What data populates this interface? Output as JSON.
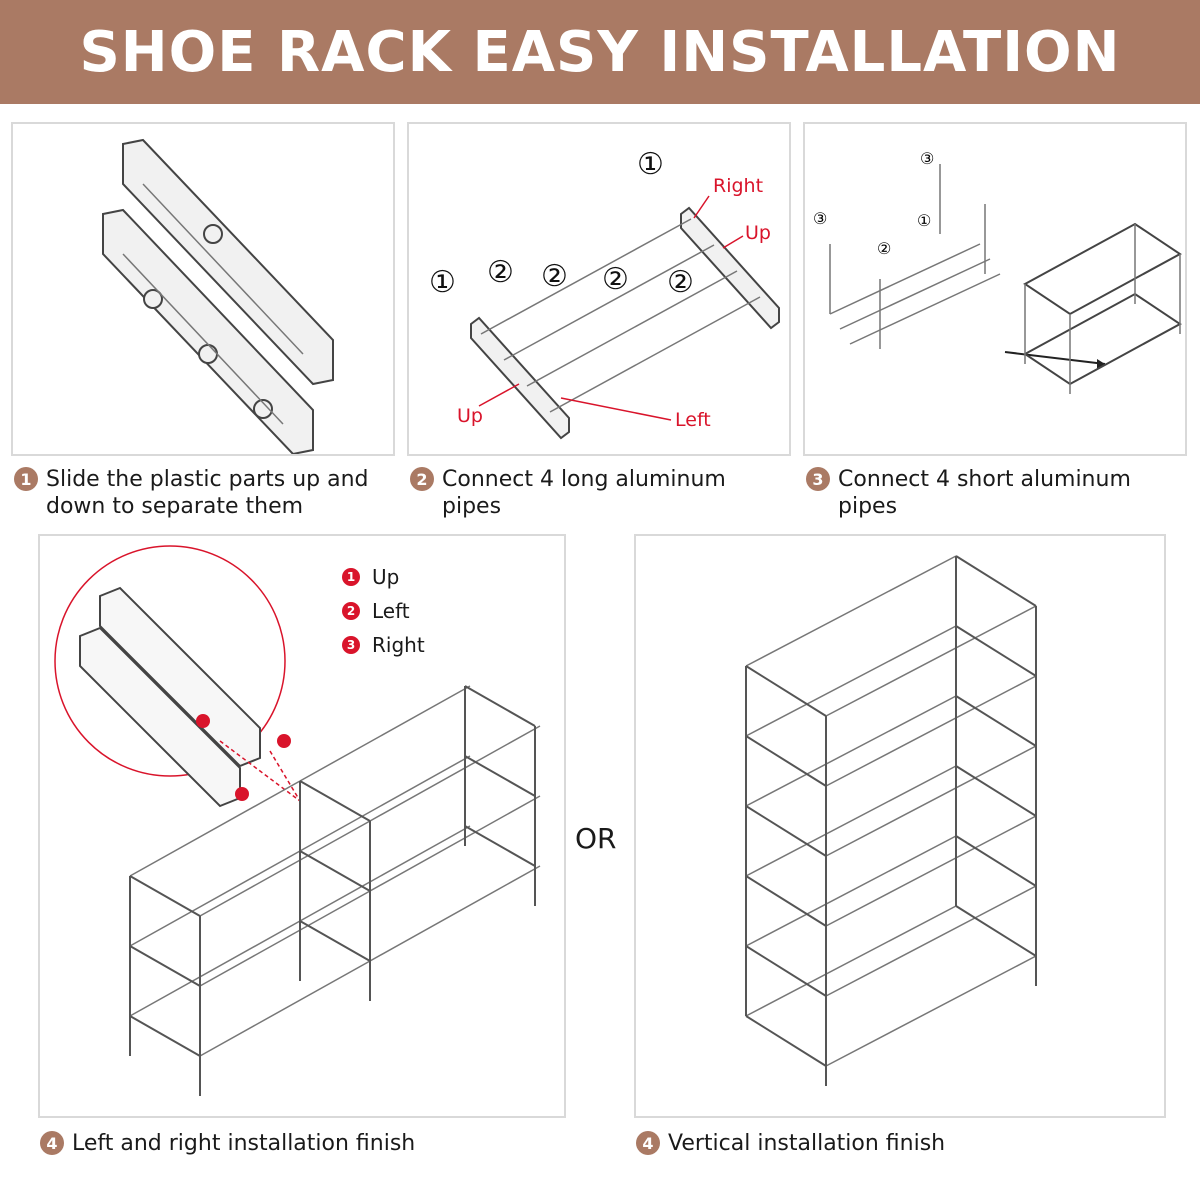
{
  "banner": {
    "title": "SHOE RACK EASY INSTALLATION",
    "color": "#aa7a64"
  },
  "steps": [
    {
      "num": "1",
      "text": "Slide the plastic parts up and down to separate them"
    },
    {
      "num": "2",
      "text": "Connect 4 long aluminum pipes"
    },
    {
      "num": "3",
      "text": "Connect 4 short aluminum pipes"
    },
    {
      "num": "4",
      "text": "Left and right installation finish"
    },
    {
      "num": "4",
      "text": "Vertical installation finish"
    }
  ],
  "step2_labels": {
    "right": "Right",
    "up_top": "Up",
    "up_bottom": "Up",
    "left": "Left",
    "circle_1": "①",
    "circle_2": "②"
  },
  "step3_labels": {
    "c1": "①",
    "c2": "②",
    "c3": "③"
  },
  "legend": [
    {
      "num": "1",
      "label": "Up"
    },
    {
      "num": "2",
      "label": "Left"
    },
    {
      "num": "3",
      "label": "Right"
    }
  ],
  "or_text": "OR",
  "colors": {
    "accent_red": "#d9142b",
    "brown": "#aa7a64",
    "frame": "#d9d9d9"
  }
}
